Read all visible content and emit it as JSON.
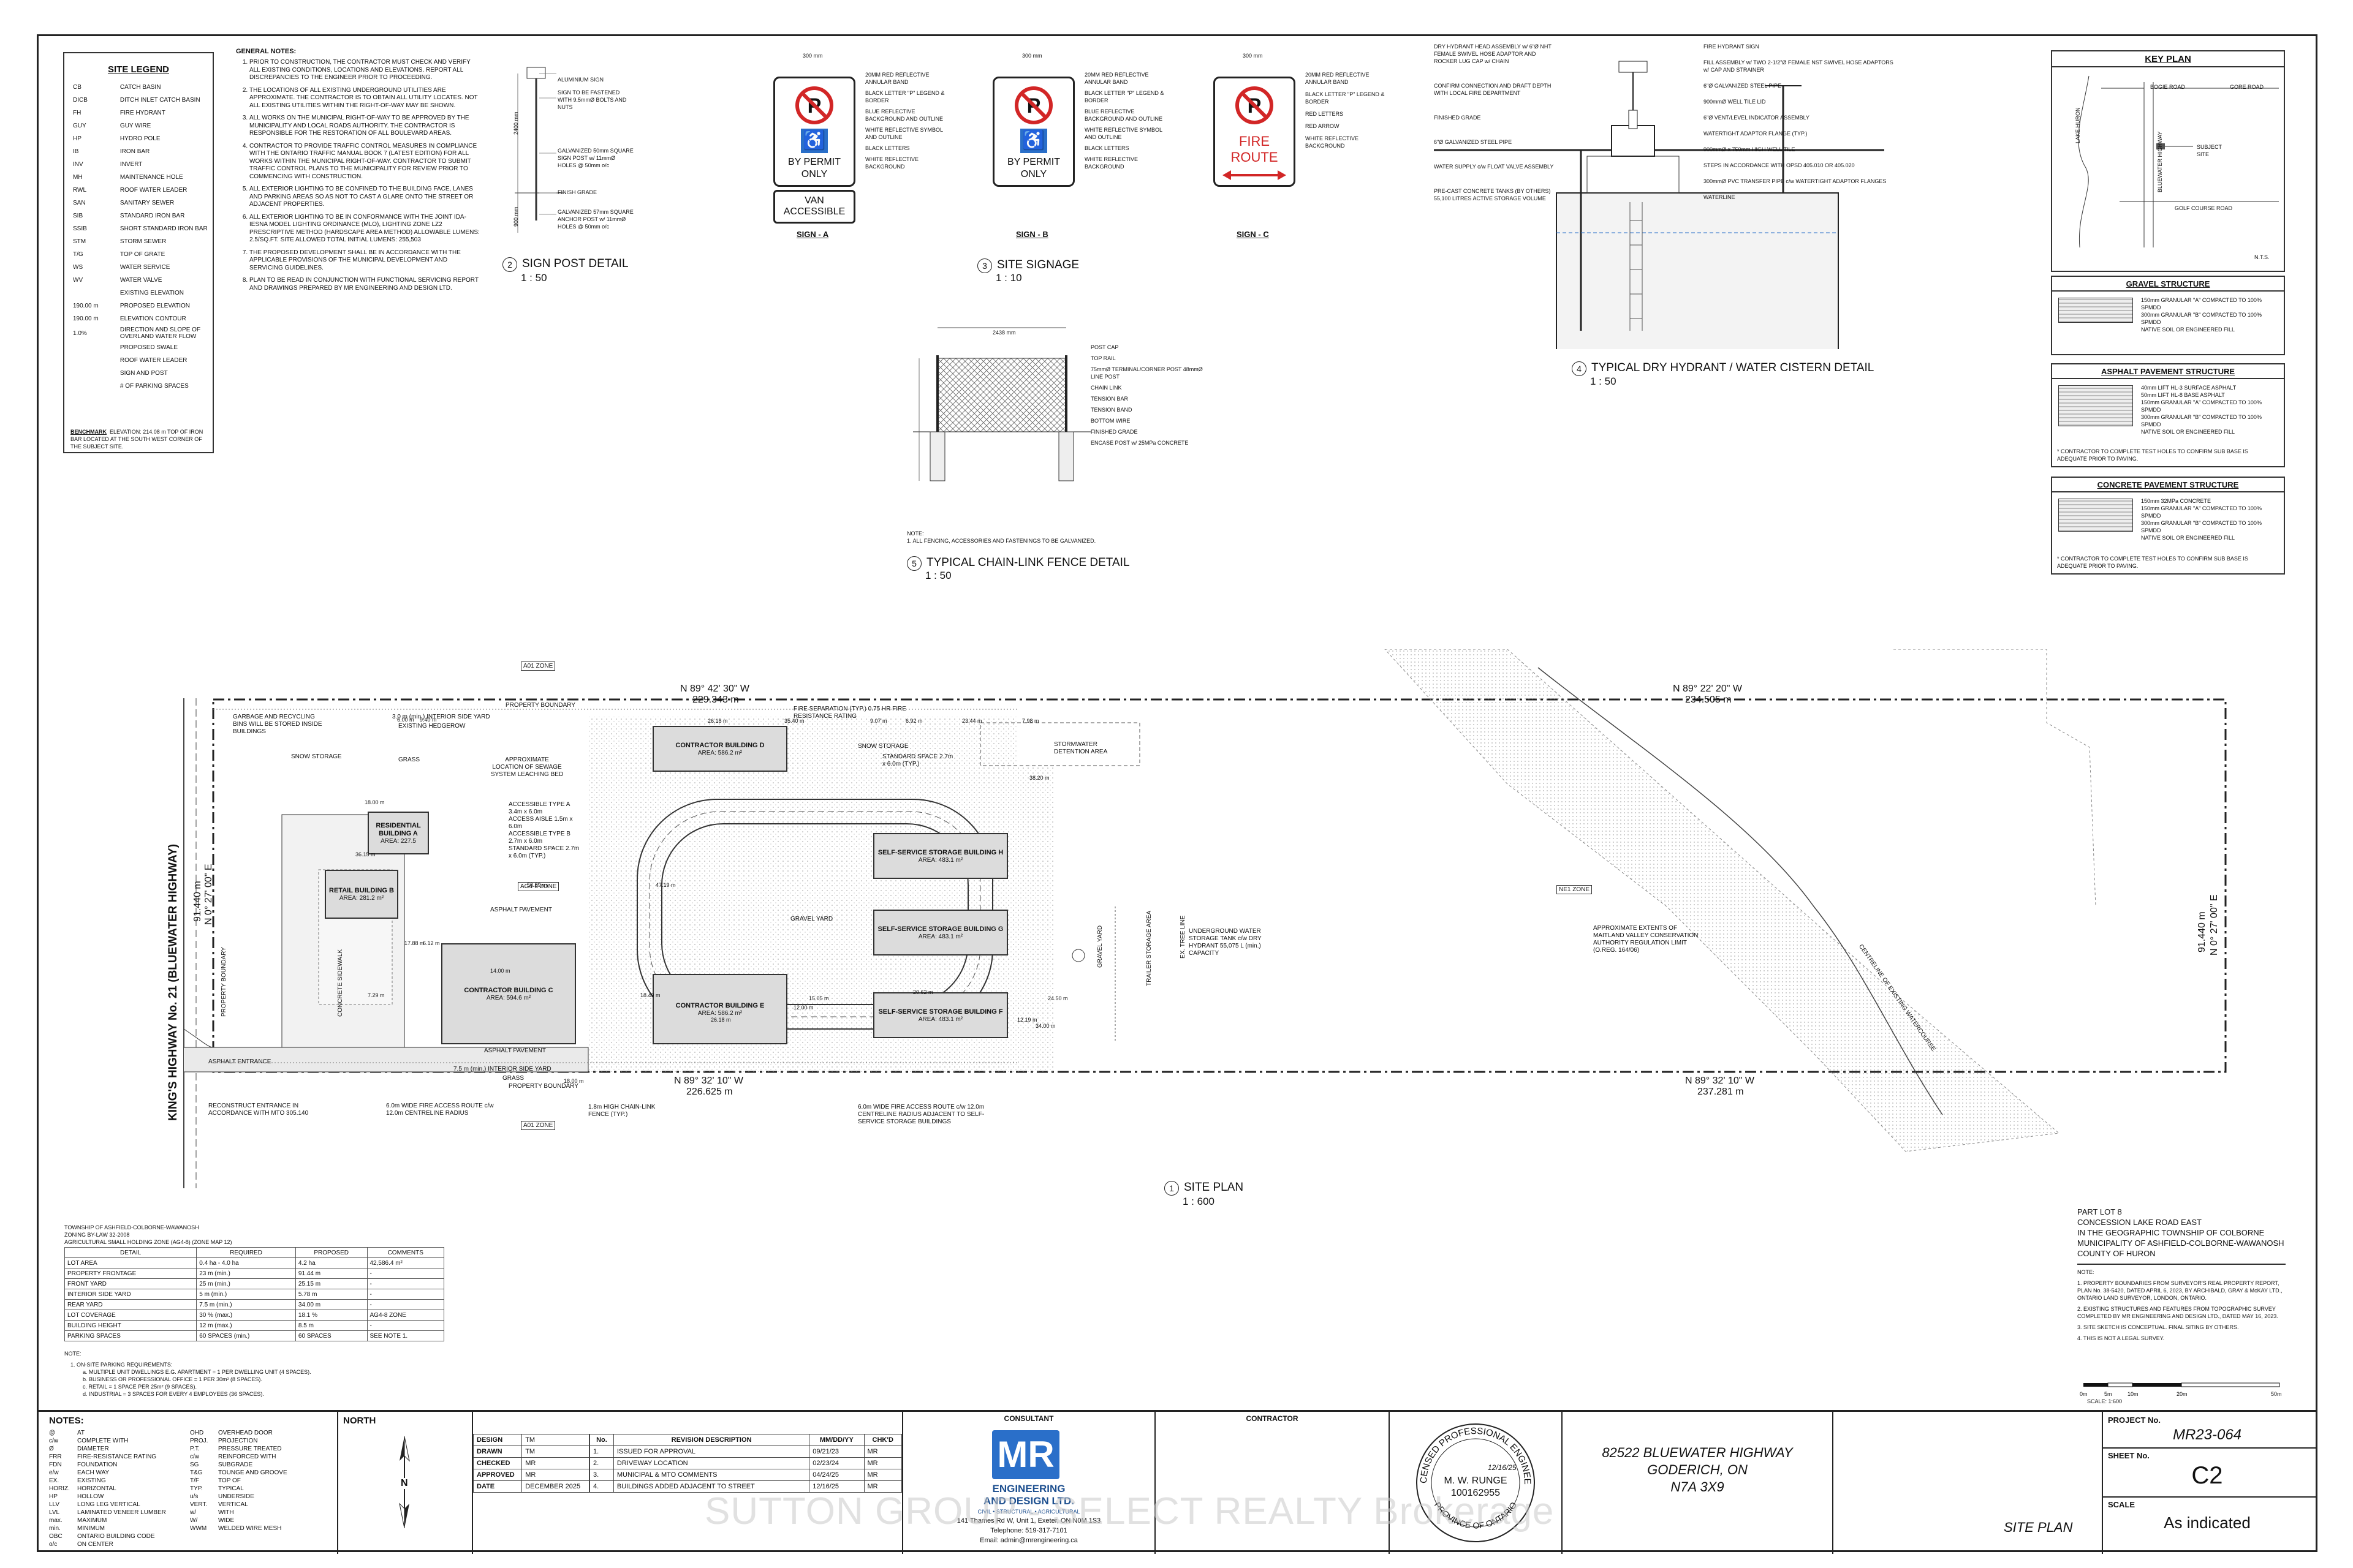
{
  "legend": {
    "title": "SITE LEGEND",
    "items": [
      {
        "code": "CB",
        "label": "CATCH BASIN"
      },
      {
        "code": "DICB",
        "label": "DITCH INLET CATCH BASIN"
      },
      {
        "code": "FH",
        "label": "FIRE HYDRANT"
      },
      {
        "code": "GUY",
        "label": "GUY WIRE"
      },
      {
        "code": "HP",
        "label": "HYDRO POLE"
      },
      {
        "code": "IB",
        "label": "IRON BAR"
      },
      {
        "code": "INV",
        "label": "INVERT"
      },
      {
        "code": "MH",
        "label": "MAINTENANCE HOLE"
      },
      {
        "code": "RWL",
        "label": "ROOF WATER LEADER"
      },
      {
        "code": "SAN",
        "label": "SANITARY SEWER"
      },
      {
        "code": "SIB",
        "label": "STANDARD IRON BAR"
      },
      {
        "code": "SSIB",
        "label": "SHORT STANDARD IRON BAR"
      },
      {
        "code": "STM",
        "label": "STORM SEWER"
      },
      {
        "code": "T/G",
        "label": "TOP OF GRATE"
      },
      {
        "code": "WS",
        "label": "WATER SERVICE"
      },
      {
        "code": "WV",
        "label": "WATER VALVE"
      },
      {
        "code": "",
        "label": "EXISTING ELEVATION"
      },
      {
        "code": "190.00 m",
        "label": "PROPOSED ELEVATION"
      },
      {
        "code": "190.00 m",
        "label": "ELEVATION CONTOUR"
      },
      {
        "code": "1.0%",
        "label": "DIRECTION AND SLOPE OF OVERLAND WATER FLOW"
      },
      {
        "code": "",
        "label": "PROPOSED SWALE"
      },
      {
        "code": "",
        "label": "ROOF WATER LEADER"
      },
      {
        "code": "",
        "label": "SIGN AND POST"
      },
      {
        "code": "",
        "label": "# OF PARKING SPACES"
      }
    ],
    "benchmark_label": "BENCHMARK",
    "benchmark": "ELEVATION: 214.08 m TOP OF IRON BAR LOCATED AT THE SOUTH WEST CORNER OF THE SUBJECT SITE."
  },
  "general_notes": {
    "title": "GENERAL NOTES:",
    "items": [
      "PRIOR TO CONSTRUCTION, THE CONTRACTOR MUST CHECK AND VERIFY ALL EXISTING CONDITIONS, LOCATIONS AND ELEVATIONS. REPORT ALL DISCREPANCIES TO THE ENGINEER PRIOR TO PROCEEDING.",
      "THE LOCATIONS OF ALL EXISTING UNDERGROUND UTILITIES ARE APPROXIMATE. THE CONTRACTOR IS TO OBTAIN ALL UTILITY LOCATES. NOT ALL EXISTING UTILITIES WITHIN THE RIGHT-OF-WAY MAY BE SHOWN.",
      "ALL WORKS ON THE MUNICIPAL RIGHT-OF-WAY TO BE APPROVED BY THE MUNICIPALITY AND LOCAL ROADS AUTHORITY. THE CONTRACTOR IS RESPONSIBLE FOR THE RESTORATION OF ALL BOULEVARD AREAS.",
      "CONTRACTOR TO PROVIDE TRAFFIC CONTROL MEASURES IN COMPLIANCE WITH THE ONTARIO TRAFFIC MANUAL BOOK 7 (LATEST EDITION) FOR ALL WORKS WITHIN THE MUNICIPAL RIGHT-OF-WAY. CONTRACTOR TO SUBMIT TRAFFIC CONTROL PLANS TO THE MUNICIPALITY FOR REVIEW PRIOR TO COMMENCING WITH CONSTRUCTION.",
      "ALL EXTERIOR LIGHTING TO BE CONFINED TO THE BUILDING FACE, LANES AND PARKING AREAS SO AS NOT TO CAST A GLARE ONTO THE STREET OR ADJACENT PROPERTIES.",
      "ALL EXTERIOR LIGHTING TO BE IN CONFORMANCE WITH THE JOINT IDA-IESNA MODEL LIGHTING ORDINANCE (MLO), LIGHTING ZONE LZ2 PRESCRIPTIVE METHOD (HARDSCAPE AREA METHOD) ALLOWABLE LUMENS: 2.5/SQ.FT. SITE ALLOWED TOTAL INITIAL LUMENS: 255,503",
      "THE PROPOSED DEVELOPMENT SHALL BE IN ACCORDANCE WITH THE APPLICABLE PROVISIONS OF THE MUNICIPAL DEVELOPMENT AND SERVICING GUIDELINES.",
      "PLAN TO BE READ IN CONJUNCTION WITH FUNCTIONAL SERVICING REPORT AND DRAWINGS PREPARED BY MR ENGINEERING AND DESIGN LTD."
    ]
  },
  "details": {
    "sign_post": {
      "num": "2",
      "title": "SIGN POST DETAIL",
      "scale": "1 : 50",
      "notes": [
        "ALUMINIUM SIGN",
        "SIGN TO BE FASTENED WITH 9.5mmØ BOLTS AND NUTS",
        "GALVANIZED 50mm SQUARE SIGN POST w/ 11mmØ HOLES @ 50mm o/c",
        "FINISH GRADE",
        "GALVANIZED 57mm SQUARE ANCHOR POST w/ 11mmØ HOLES @ 50mm o/c"
      ],
      "dims": [
        "2400 mm",
        "900 mm"
      ]
    },
    "signage": {
      "num": "3",
      "title": "SITE SIGNAGE",
      "scale": "1 : 10",
      "sign_a": {
        "label": "SIGN - A",
        "text1": "BY PERMIT",
        "text2": "ONLY",
        "tab1": "VAN",
        "tab2": "ACCESSIBLE",
        "width": "300 mm",
        "notes": [
          "20MM RED REFLECTIVE ANNULAR BAND",
          "BLACK LETTER \"P\" LEGEND & BORDER",
          "BLUE REFLECTIVE BACKGROUND AND OUTLINE",
          "WHITE REFLECTIVE SYMBOL AND OUTLINE",
          "BLACK LETTERS",
          "WHITE REFLECTIVE BACKGROUND"
        ]
      },
      "sign_b": {
        "label": "SIGN - B",
        "text1": "BY PERMIT",
        "text2": "ONLY",
        "width": "300 mm",
        "notes": [
          "20MM RED REFLECTIVE ANNULAR BAND",
          "BLACK LETTER \"P\" LEGEND & BORDER",
          "BLUE REFLECTIVE BACKGROUND AND OUTLINE",
          "WHITE REFLECTIVE SYMBOL AND OUTLINE",
          "BLACK LETTERS",
          "WHITE REFLECTIVE BACKGROUND"
        ]
      },
      "sign_c": {
        "label": "SIGN - C",
        "text1": "FIRE",
        "text2": "ROUTE",
        "width": "300 mm",
        "notes": [
          "20MM RED REFLECTIVE ANNULAR BAND",
          "BLACK LETTER \"P\" LEGEND & BORDER",
          "RED LETTERS",
          "RED ARROW",
          "WHITE REFLECTIVE BACKGROUND"
        ]
      }
    },
    "fence": {
      "num": "5",
      "title": "TYPICAL CHAIN-LINK FENCE DETAIL",
      "scale": "1 : 50",
      "width": "2438 mm",
      "notes": [
        "POST CAP",
        "TOP RAIL",
        "75mmØ TERMINAL/CORNER POST 48mmØ LINE POST",
        "CHAIN LINK",
        "TENSION BAR",
        "TENSION BAND",
        "BOTTOM WIRE",
        "FINISHED GRADE",
        "ENCASE POST w/ 25MPa CONCRETE"
      ],
      "footnote_title": "NOTE:",
      "footnote": "1. ALL FENCING, ACCESSORIES AND FASTENINGS TO BE GALVANIZED."
    },
    "hydrant": {
      "num": "4",
      "title": "TYPICAL DRY HYDRANT / WATER CISTERN DETAIL",
      "scale": "1 : 50",
      "notes_left": [
        "DRY HYDRANT HEAD ASSEMBLY w/ 6\"Ø NHT FEMALE SWIVEL HOSE ADAPTOR AND ROCKER LUG CAP w/ CHAIN",
        "CONFIRM CONNECTION AND DRAFT DEPTH WITH LOCAL FIRE DEPARTMENT",
        "FINISHED GRADE",
        "6\"Ø GALVANIZED STEEL PIPE",
        "WATER SUPPLY c/w FLOAT VALVE ASSEMBLY",
        "PRE-CAST CONCRETE TANKS (BY OTHERS) 55,100 LITRES ACTIVE STORAGE VOLUME"
      ],
      "notes_right": [
        "FIRE HYDRANT SIGN",
        "FILL ASSEMBLY w/ TWO 2-1/2\"Ø FEMALE NST SWIVEL HOSE ADAPTORS w/ CAP AND STRAINER",
        "6\"Ø GALVANIZED STEEL PIPE",
        "900mmØ WELL TILE LID",
        "6\"Ø VENT/LEVEL INDICATOR ASSEMBLY",
        "WATERTIGHT ADAPTOR FLANGE (TYP.)",
        "900mmØ x 750mm HIGH WELL TILE",
        "STEPS IN ACCORDANCE WITH OPSD 405.010 OR 405.020",
        "300mmØ PVC TRANSFER PIPE c/w WATERTIGHT ADAPTOR FLANGES",
        "WATERLINE"
      ]
    }
  },
  "key_plan": {
    "title": "KEY PLAN",
    "roads": [
      "BOGIE ROAD",
      "GORE ROAD",
      "GOLF COURSE ROAD",
      "LAKE HURON",
      "BLUEWATER HIGHWAY"
    ],
    "subject": "SUBJECT SITE",
    "nts": "N.T.S."
  },
  "structures": [
    {
      "title": "GRAVEL STRUCTURE",
      "layers": [
        "150mm GRANULAR \"A\" COMPACTED TO 100% SPMDD",
        "300mm GRANULAR \"B\" COMPACTED TO 100% SPMDD",
        "NATIVE SOIL OR ENGINEERED FILL"
      ],
      "note": ""
    },
    {
      "title": "ASPHALT PAVEMENT STRUCTURE",
      "layers": [
        "40mm LIFT HL-3 SURFACE ASPHALT",
        "50mm LIFT HL-8 BASE ASPHALT",
        "150mm GRANULAR \"A\" COMPACTED TO 100% SPMDD",
        "300mm GRANULAR \"B\" COMPACTED TO 100% SPMDD",
        "NATIVE SOIL OR ENGINEERED FILL"
      ],
      "note": "* CONTRACTOR TO COMPLETE TEST HOLES TO CONFIRM SUB BASE IS ADEQUATE PRIOR TO PAVING."
    },
    {
      "title": "CONCRETE PAVEMENT STRUCTURE",
      "layers": [
        "150mm 32MPa CONCRETE",
        "150mm GRANULAR \"A\" COMPACTED TO 100% SPMDD",
        "300mm GRANULAR \"B\" COMPACTED TO 100% SPMDD",
        "NATIVE SOIL OR ENGINEERED FILL"
      ],
      "note": "* CONTRACTOR TO COMPLETE TEST HOLES TO CONFIRM SUB BASE IS ADEQUATE PRIOR TO PAVING."
    }
  ],
  "site_plan": {
    "num": "1",
    "title": "SITE PLAN",
    "scale": "1 : 600",
    "highway": "KING'S HIGHWAY No. 21 (BLUEWATER HIGHWAY)",
    "bearings": {
      "north_w": "N 89° 42' 30\" W",
      "north_w_dist": "229.343 m",
      "north_e": "N 89° 22' 20\" W",
      "north_e_dist": "234.505 m",
      "south_w": "N 89° 32' 10\" W",
      "south_w_dist": "226.625 m",
      "south_e": "N 89° 32' 10\" W",
      "south_e_dist": "237.281 m",
      "west": "N 0° 27' 00\" E",
      "west_dist": "91.440 m",
      "east": "N 0° 27' 00\" E",
      "east_dist": "91.440 m"
    },
    "zones": [
      "A01 ZONE",
      "AG4-8 ZONE",
      "NE1 ZONE",
      "A01 ZONE"
    ],
    "buildings": [
      {
        "name": "CONTRACTOR BUILDING D",
        "area": "AREA: 586.2 m²"
      },
      {
        "name": "RESIDENTIAL BUILDING A",
        "area": "AREA: 227.5"
      },
      {
        "name": "RETAIL BUILDING B",
        "area": "AREA: 281.2 m²"
      },
      {
        "name": "CONTRACTOR BUILDING C",
        "area": "AREA: 594.6 m²"
      },
      {
        "name": "CONTRACTOR BUILDING E",
        "area": "AREA: 586.2 m²"
      },
      {
        "name": "SELF-SERVICE STORAGE BUILDING H",
        "area": "AREA: 483.1 m²"
      },
      {
        "name": "SELF-SERVICE STORAGE BUILDING G",
        "area": "AREA: 483.1 m²"
      },
      {
        "name": "SELF-SERVICE STORAGE BUILDING F",
        "area": "AREA: 483.1 m²"
      }
    ],
    "labels": {
      "garbage": "GARBAGE AND RECYCLING BINS WILL BE STORED INSIDE BUILDINGS",
      "snow1": "SNOW STORAGE",
      "snow2": "SNOW STORAGE",
      "grass": "GRASS",
      "prop_boundary": "PROPERTY BOUNDARY",
      "interior_yard": "3.0 m (min.) INTERIOR SIDE YARD",
      "hedgerow": "EXISTING HEDGEROW",
      "fire_sep": "FIRE SEPARATION (TYP.) 0.75 HR FIRE RESISTANCE RATING",
      "sewage": "APPROXIMATE LOCATION OF SEWAGE SYSTEM LEACHING BED",
      "acc_a": "ACCESSIBLE TYPE A 3.4m x 6.0m",
      "acc_aisle": "ACCESS AISLE 1.5m x 6.0m",
      "acc_b": "ACCESSIBLE TYPE B 2.7m x 6.0m",
      "std_space": "STANDARD SPACE 2.7m x 6.0m (TYP.)",
      "std_space2": "STANDARD SPACE 2.7m x 6.0m (TYP.)",
      "swm": "STORMWATER DETENTION AREA",
      "gravel_yard": "GRAVEL YARD",
      "gravel_yard2": "GRAVEL YARD",
      "trailer": "TRAILER STORAGE AREA",
      "ex_tree": "EX. TREE LINE",
      "underground": "UNDERGROUND WATER STORAGE TANK c/w DRY HYDRANT 55,075 L (min.) CAPACITY",
      "maitland": "APPROXIMATE EXTENTS OF MAITLAND VALLEY CONSERVATION AUTHORITY REGULATION LIMIT (O.REG. 164/06)",
      "asphalt_pave": "ASPHALT PAVEMENT",
      "asphalt_ent": "ASPHALT ENTRANCE",
      "reconstruct": "RECONSTRUCT ENTRANCE IN ACCORDANCE WITH MTO 305.140",
      "fire_route": "6.0m WIDE FIRE ACCESS ROUTE c/w 12.0m CENTRELINE RADIUS",
      "fence": "1.8m HIGH CHAIN-LINK FENCE (TYP.)",
      "fire_route2": "6.0m WIDE FIRE ACCESS ROUTE c/w 12.0m CENTRELINE RADIUS ADJACENT TO SELF-SERVICE STORAGE BUILDINGS",
      "concrete": "CONCRETE SIDEWALK",
      "asphalt_pave2": "ASPHALT PAVEMENT",
      "grass2": "GRASS",
      "prop_boundary2": "PROPERTY BOUNDARY",
      "rear_yard": "7.5 m (min.) INTERIOR SIDE YARD",
      "creek": "CENTRELINE OF EXISTING WATERCOURSE",
      "prop_front": "PROPERTY BOUNDARY"
    },
    "dims": [
      "6.00 m",
      "9.40 m",
      "26.18 m",
      "35.40 m",
      "9.07 m",
      "6.92 m",
      "23.44 m",
      "7.98 m",
      "38.20 m",
      "18.00 m",
      "47.19 m",
      "36.15 m",
      "50.89 m",
      "17.88 m",
      "6.12 m",
      "15.05 m",
      "20.62 m",
      "24.50 m",
      "18.49 m",
      "12.19 m",
      "34.00 m",
      "7.29 m",
      "26.18 m",
      "14.00 m",
      "12.00 m",
      "18.00 m"
    ]
  },
  "zoning": {
    "header": [
      "TOWNSHIP OF ASHFIELD-COLBORNE-WAWANOSH",
      "ZONING BY-LAW 32-2008",
      "AGRICULTURAL SMALL HOLDING ZONE (AG4-8)        (ZONE MAP 12)"
    ],
    "cols": [
      "DETAIL",
      "REQUIRED",
      "PROPOSED",
      "COMMENTS"
    ],
    "rows": [
      [
        "LOT AREA",
        "0.4 ha - 4.0 ha",
        "4.2 ha",
        "42,586.4 m²"
      ],
      [
        "PROPERTY FRONTAGE",
        "23 m (min.)",
        "91.44 m",
        "-"
      ],
      [
        "FRONT YARD",
        "25 m (min.)",
        "25.15 m",
        "-"
      ],
      [
        "INTERIOR SIDE YARD",
        "5 m (min.)",
        "5.78 m",
        "-"
      ],
      [
        "REAR YARD",
        "7.5 m (min.)",
        "34.00 m",
        "-"
      ],
      [
        "LOT COVERAGE",
        "30 % (max.)",
        "18.1 %",
        "AG4-8 ZONE"
      ],
      [
        "BUILDING HEIGHT",
        "12 m (max.)",
        "8.5 m",
        "-"
      ],
      [
        "PARKING SPACES",
        "60 SPACES (min.)",
        "60 SPACES",
        "SEE NOTE 1."
      ]
    ],
    "note_title": "NOTE:",
    "notes": [
      "1.   ON-SITE PARKING REQUIREMENTS:",
      "a.   MULTIPLE UNIT DWELLINGS E.G. APARTMENT = 1 PER DWELLING UNIT (4 SPACES).",
      "b.   BUSINESS OR PROFESSIONAL OFFICE = 1 PER 30m² (8 SPACES).",
      "c.   RETAIL = 1 SPACE PER 25m² (9 SPACES).",
      "d.   INDUSTRIAL = 3 SPACES FOR EVERY 4 EMPLOYEES (36 SPACES)."
    ]
  },
  "legal": {
    "lines": [
      "PART LOT 8",
      "CONCESSION LAKE ROAD EAST",
      "IN THE GEOGRAPHIC TOWNSHIP OF COLBORNE",
      "MUNICIPALITY OF ASHFIELD-COLBORNE-WAWANOSH",
      "COUNTY OF HURON"
    ],
    "note_title": "NOTE:",
    "notes": [
      "1.   PROPERTY BOUNDARIES FROM SURVEYOR'S REAL PROPERTY REPORT, PLAN No. 38-5420, DATED APRIL 6, 2023, BY ARCHIBALD, GRAY & McKAY LTD., ONTARIO LAND SURVEYOR, LONDON, ONTARIO.",
      "2.   EXISTING STRUCTURES AND FEATURES FROM TOPOGRAPHIC SURVEY COMPLETED BY MR ENGINEERING AND DESIGN LTD., DATED MAY 16, 2023.",
      "3.   SITE SKETCH IS CONCEPTUAL. FINAL SITING BY OTHERS.",
      "4.   THIS IS NOT A LEGAL SURVEY."
    ],
    "scalebar": [
      "0m",
      "5m",
      "10m",
      "20m",
      "50m"
    ],
    "scalebar_scale": "SCALE: 1:600"
  },
  "title_block": {
    "notes_title": "NOTES:",
    "abbrev": [
      [
        "@",
        "AT"
      ],
      [
        "c/w",
        "COMPLETE WITH"
      ],
      [
        "Ø",
        "DIAMETER"
      ],
      [
        "FRR",
        "FIRE-RESISTANCE RATING"
      ],
      [
        "FDN",
        "FOUNDATION"
      ],
      [
        "e/w",
        "EACH WAY"
      ],
      [
        "EX.",
        "EXISTING"
      ],
      [
        "HORIZ.",
        "HORIZONTAL"
      ],
      [
        "HP",
        "HOLLOW"
      ],
      [
        "LLV",
        "LONG LEG VERTICAL"
      ],
      [
        "LVL",
        "LAMINATED VENEER LUMBER"
      ],
      [
        "max.",
        "MAXIMUM"
      ],
      [
        "min.",
        "MINIMUM"
      ],
      [
        "OBC",
        "ONTARIO BUILDING CODE"
      ],
      [
        "o/c",
        "ON CENTER"
      ]
    ],
    "abbrev2": [
      [
        "OHD",
        "OVERHEAD DOOR"
      ],
      [
        "PROJ.",
        "PROJECTION"
      ],
      [
        "P.T.",
        "PRESSURE TREATED"
      ],
      [
        "c/w",
        "REINFORCED WITH"
      ],
      [
        "SG",
        "SUBGRADE"
      ],
      [
        "T&G",
        "TOUNGE AND GROOVE"
      ],
      [
        "T/F",
        "TOP OF"
      ],
      [
        "TYP.",
        "TYPICAL"
      ],
      [
        "u/s",
        "UNDERSIDE"
      ],
      [
        "VERT.",
        "VERTICAL"
      ],
      [
        "w/",
        "WITH"
      ],
      [
        "W/",
        "WIDE"
      ],
      [
        "WWM",
        "WELDED WIRE MESH"
      ]
    ],
    "north": "NORTH",
    "north_letter": "N",
    "roles": [
      [
        "DESIGN",
        "TM"
      ],
      [
        "DRAWN",
        "TM"
      ],
      [
        "CHECKED",
        "MR"
      ],
      [
        "APPROVED",
        "MR"
      ],
      [
        "DATE",
        "DECEMBER 2025"
      ]
    ],
    "rev_cols": [
      "No.",
      "REVISION DESCRIPTION",
      "MM/DD/YY",
      "CHK'D"
    ],
    "revisions": [
      [
        "1.",
        "ISSUED FOR APPROVAL",
        "09/21/23",
        "MR"
      ],
      [
        "2.",
        "DRIVEWAY LOCATION",
        "02/23/24",
        "MR"
      ],
      [
        "3.",
        "MUNICIPAL & MTO COMMENTS",
        "04/24/25",
        "MR"
      ],
      [
        "4.",
        "BUILDINGS ADDED ADJACENT TO STREET",
        "12/16/25",
        "MR"
      ]
    ],
    "consultant": "CONSULTANT",
    "logo": "MR",
    "company": [
      "ENGINEERING",
      "AND DESIGN LTD."
    ],
    "company_sub": "CIVIL • STRUCTURAL • AGRICULTURAL",
    "address": [
      "141 Thames Rd W, Unit 1, Exeter, ON  N0M 1S3",
      "Telephone: 519-317-7101",
      "Email: admin@mrengineering.ca"
    ],
    "contractor": "CONTRACTOR",
    "seal": {
      "arc": "LICENSED PROFESSIONAL ENGINEER",
      "name": "M. W. RUNGE",
      "number": "100162955",
      "province": "PROVINCE OF ONTARIO",
      "date": "12/16/25"
    },
    "address_project": [
      "82522 BLUEWATER HIGHWAY",
      "GODERICH, ON",
      "N7A 3X9"
    ],
    "sheet_title": "SITE PLAN",
    "project_label": "PROJECT No.",
    "project": "MR23-064",
    "sheet_label": "SHEET No.",
    "sheet": "C2",
    "scale_label": "SCALE",
    "scale": "As indicated"
  },
  "watermark": "SUTTON GROUP - SELECT REALTY Brokerage",
  "colors": {
    "red": "#d22626",
    "blue": "#2a6fc9",
    "building": "#dcdcdc",
    "hatch": "#cfcfcf"
  }
}
